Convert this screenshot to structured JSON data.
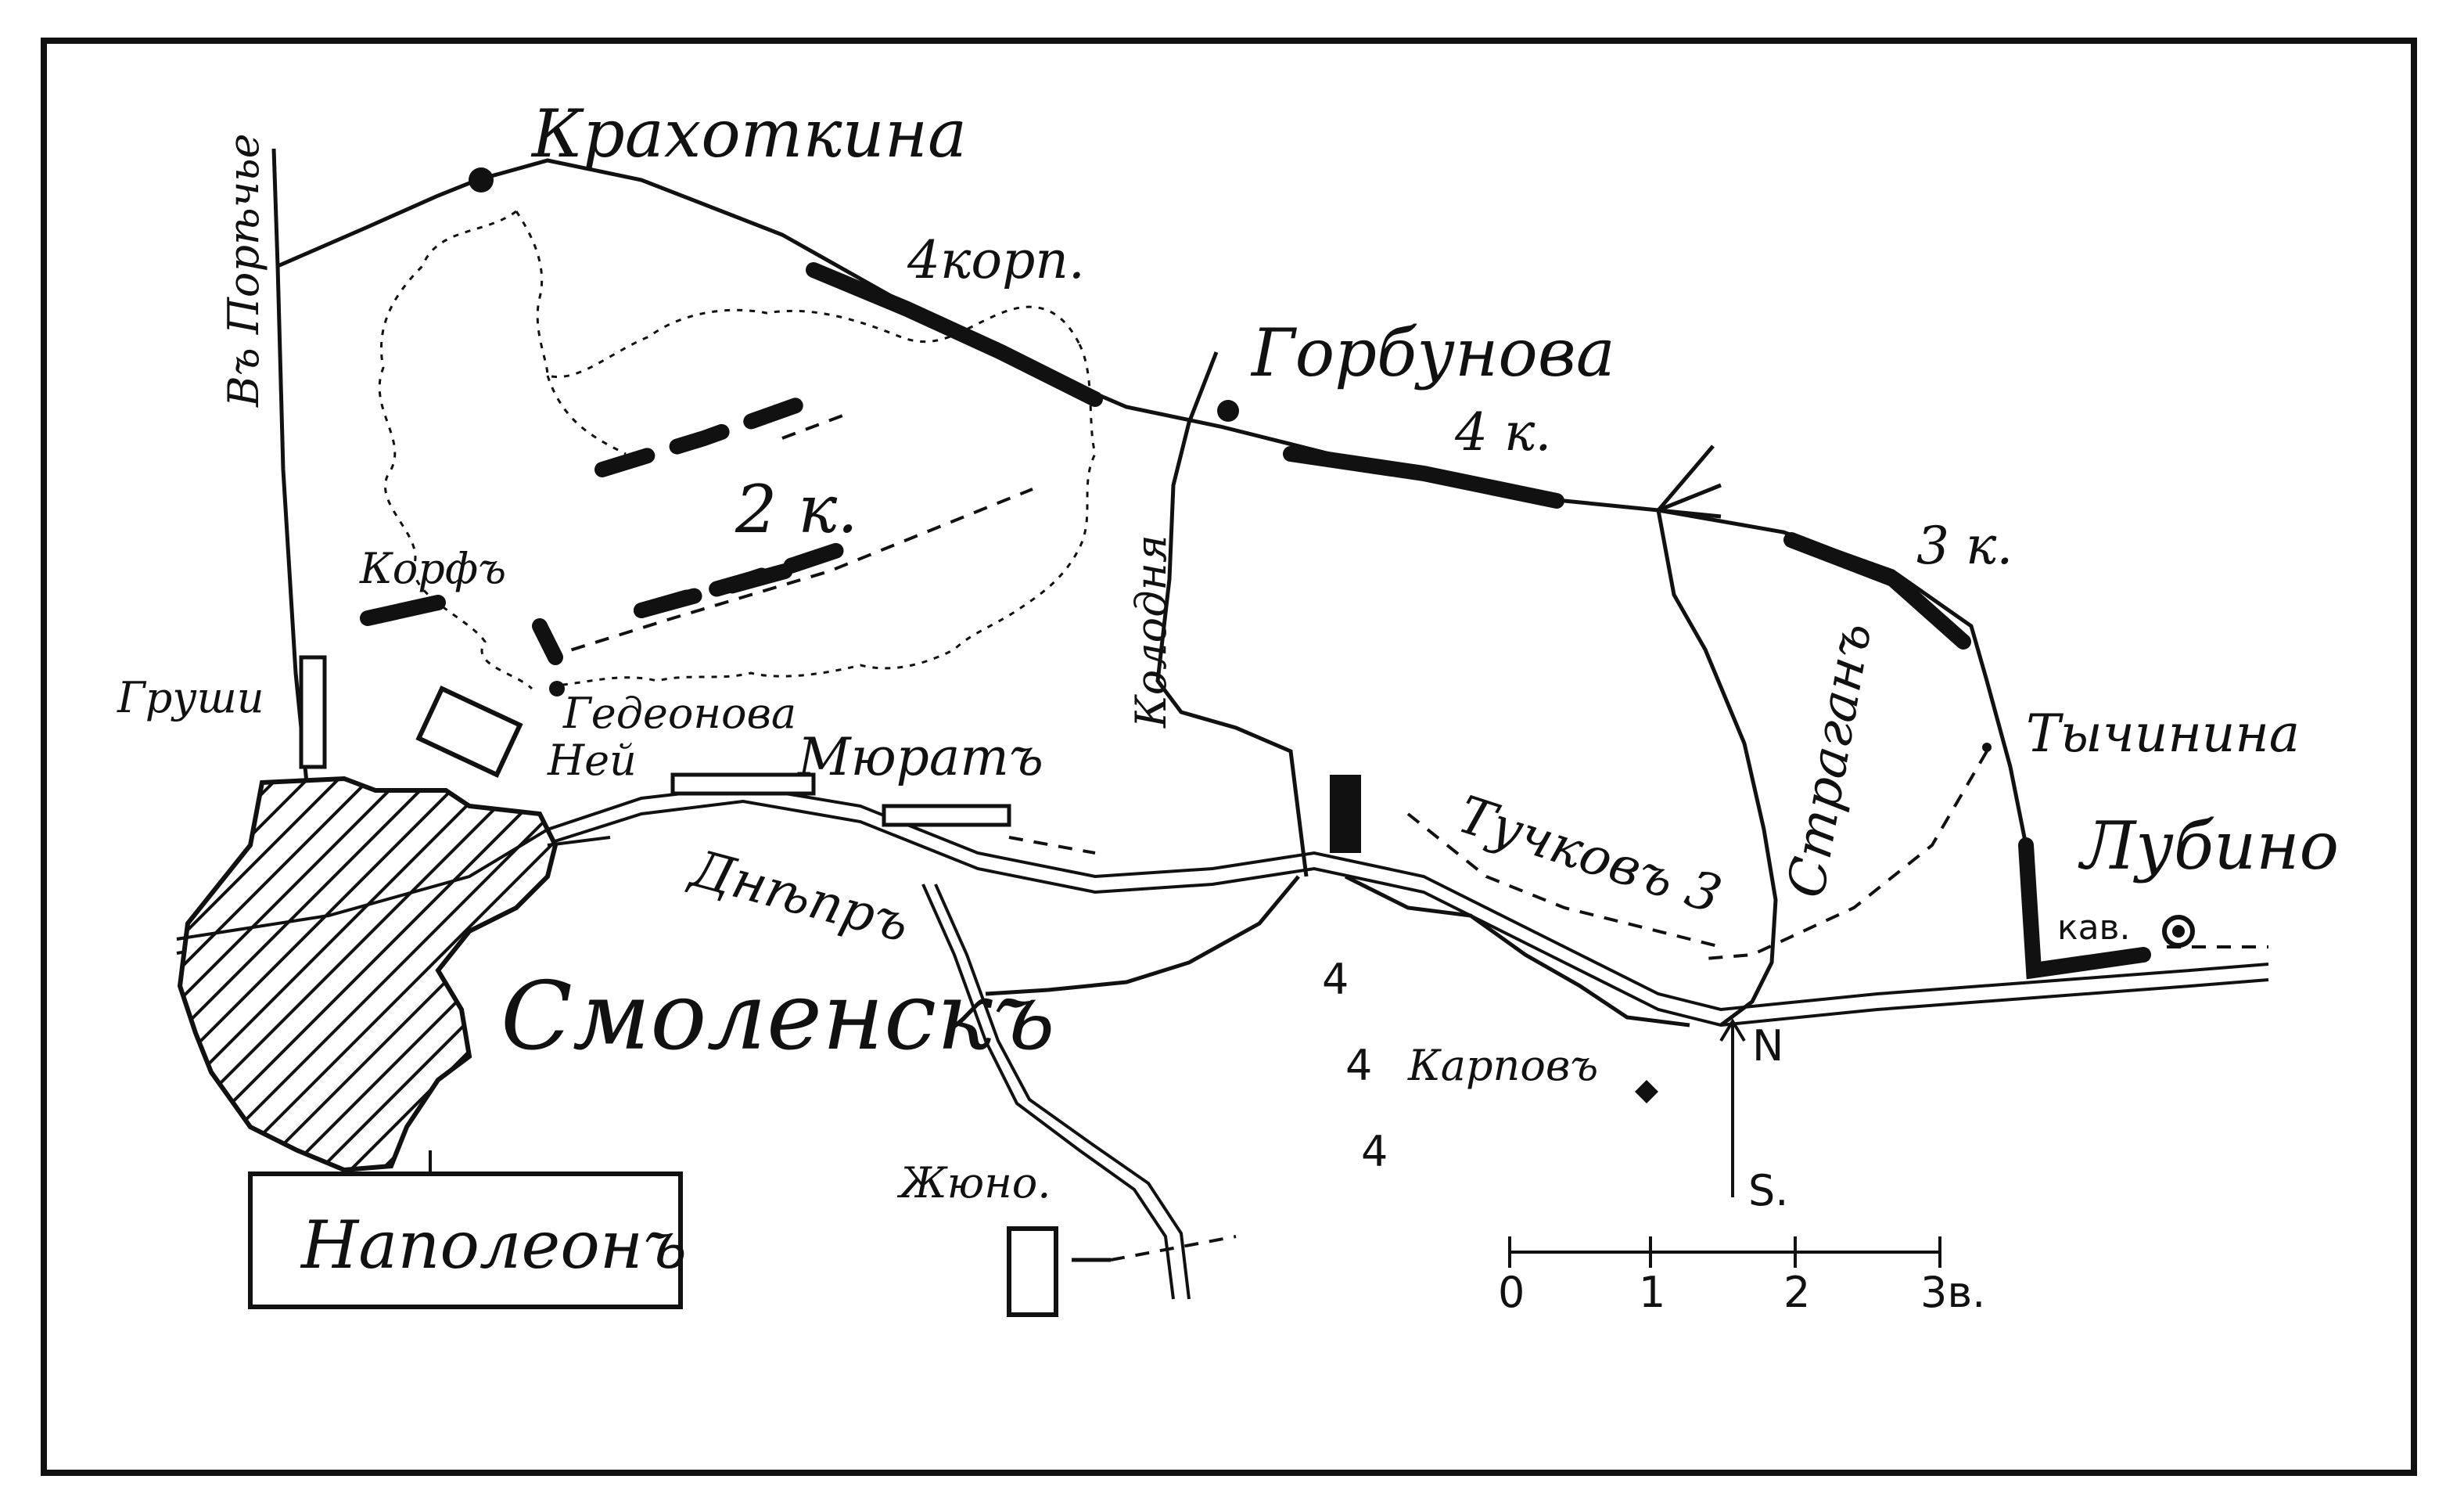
{
  "map": {
    "places": {
      "krakhotkina": "Крахоткина",
      "gorbunova": "Горбунова",
      "tychinina": "Тычинина",
      "lubino": "Лубино",
      "gedeonova": "Гедеонова",
      "smolensk": "Смоленскъ",
      "porechye_road": "Въ Порѣчье"
    },
    "rivers": {
      "dnepr": "Днѣпръ",
      "kolodnya": "Колодня",
      "stragan": "Страганъ"
    },
    "units": {
      "corps4": "4корп.",
      "corps4_short": "4 к.",
      "corps3": "3 к.",
      "corps2": "2 к.",
      "korf": "Корфъ",
      "grushi": "Груши",
      "ney": "Ней",
      "murat": "Мюратъ",
      "tuchkov": "Тучковъ 3",
      "karpov": "Карповъ",
      "junot": "Жюно.",
      "napoleon": "Наполеонъ",
      "cav": "кав."
    },
    "compass": {
      "north": "N",
      "south": "S."
    },
    "scale": {
      "ticks": [
        "0",
        "1",
        "2",
        "3в."
      ],
      "unit": "versts"
    }
  },
  "colors": {
    "ink": "#111111",
    "paper": "#ffffff"
  }
}
